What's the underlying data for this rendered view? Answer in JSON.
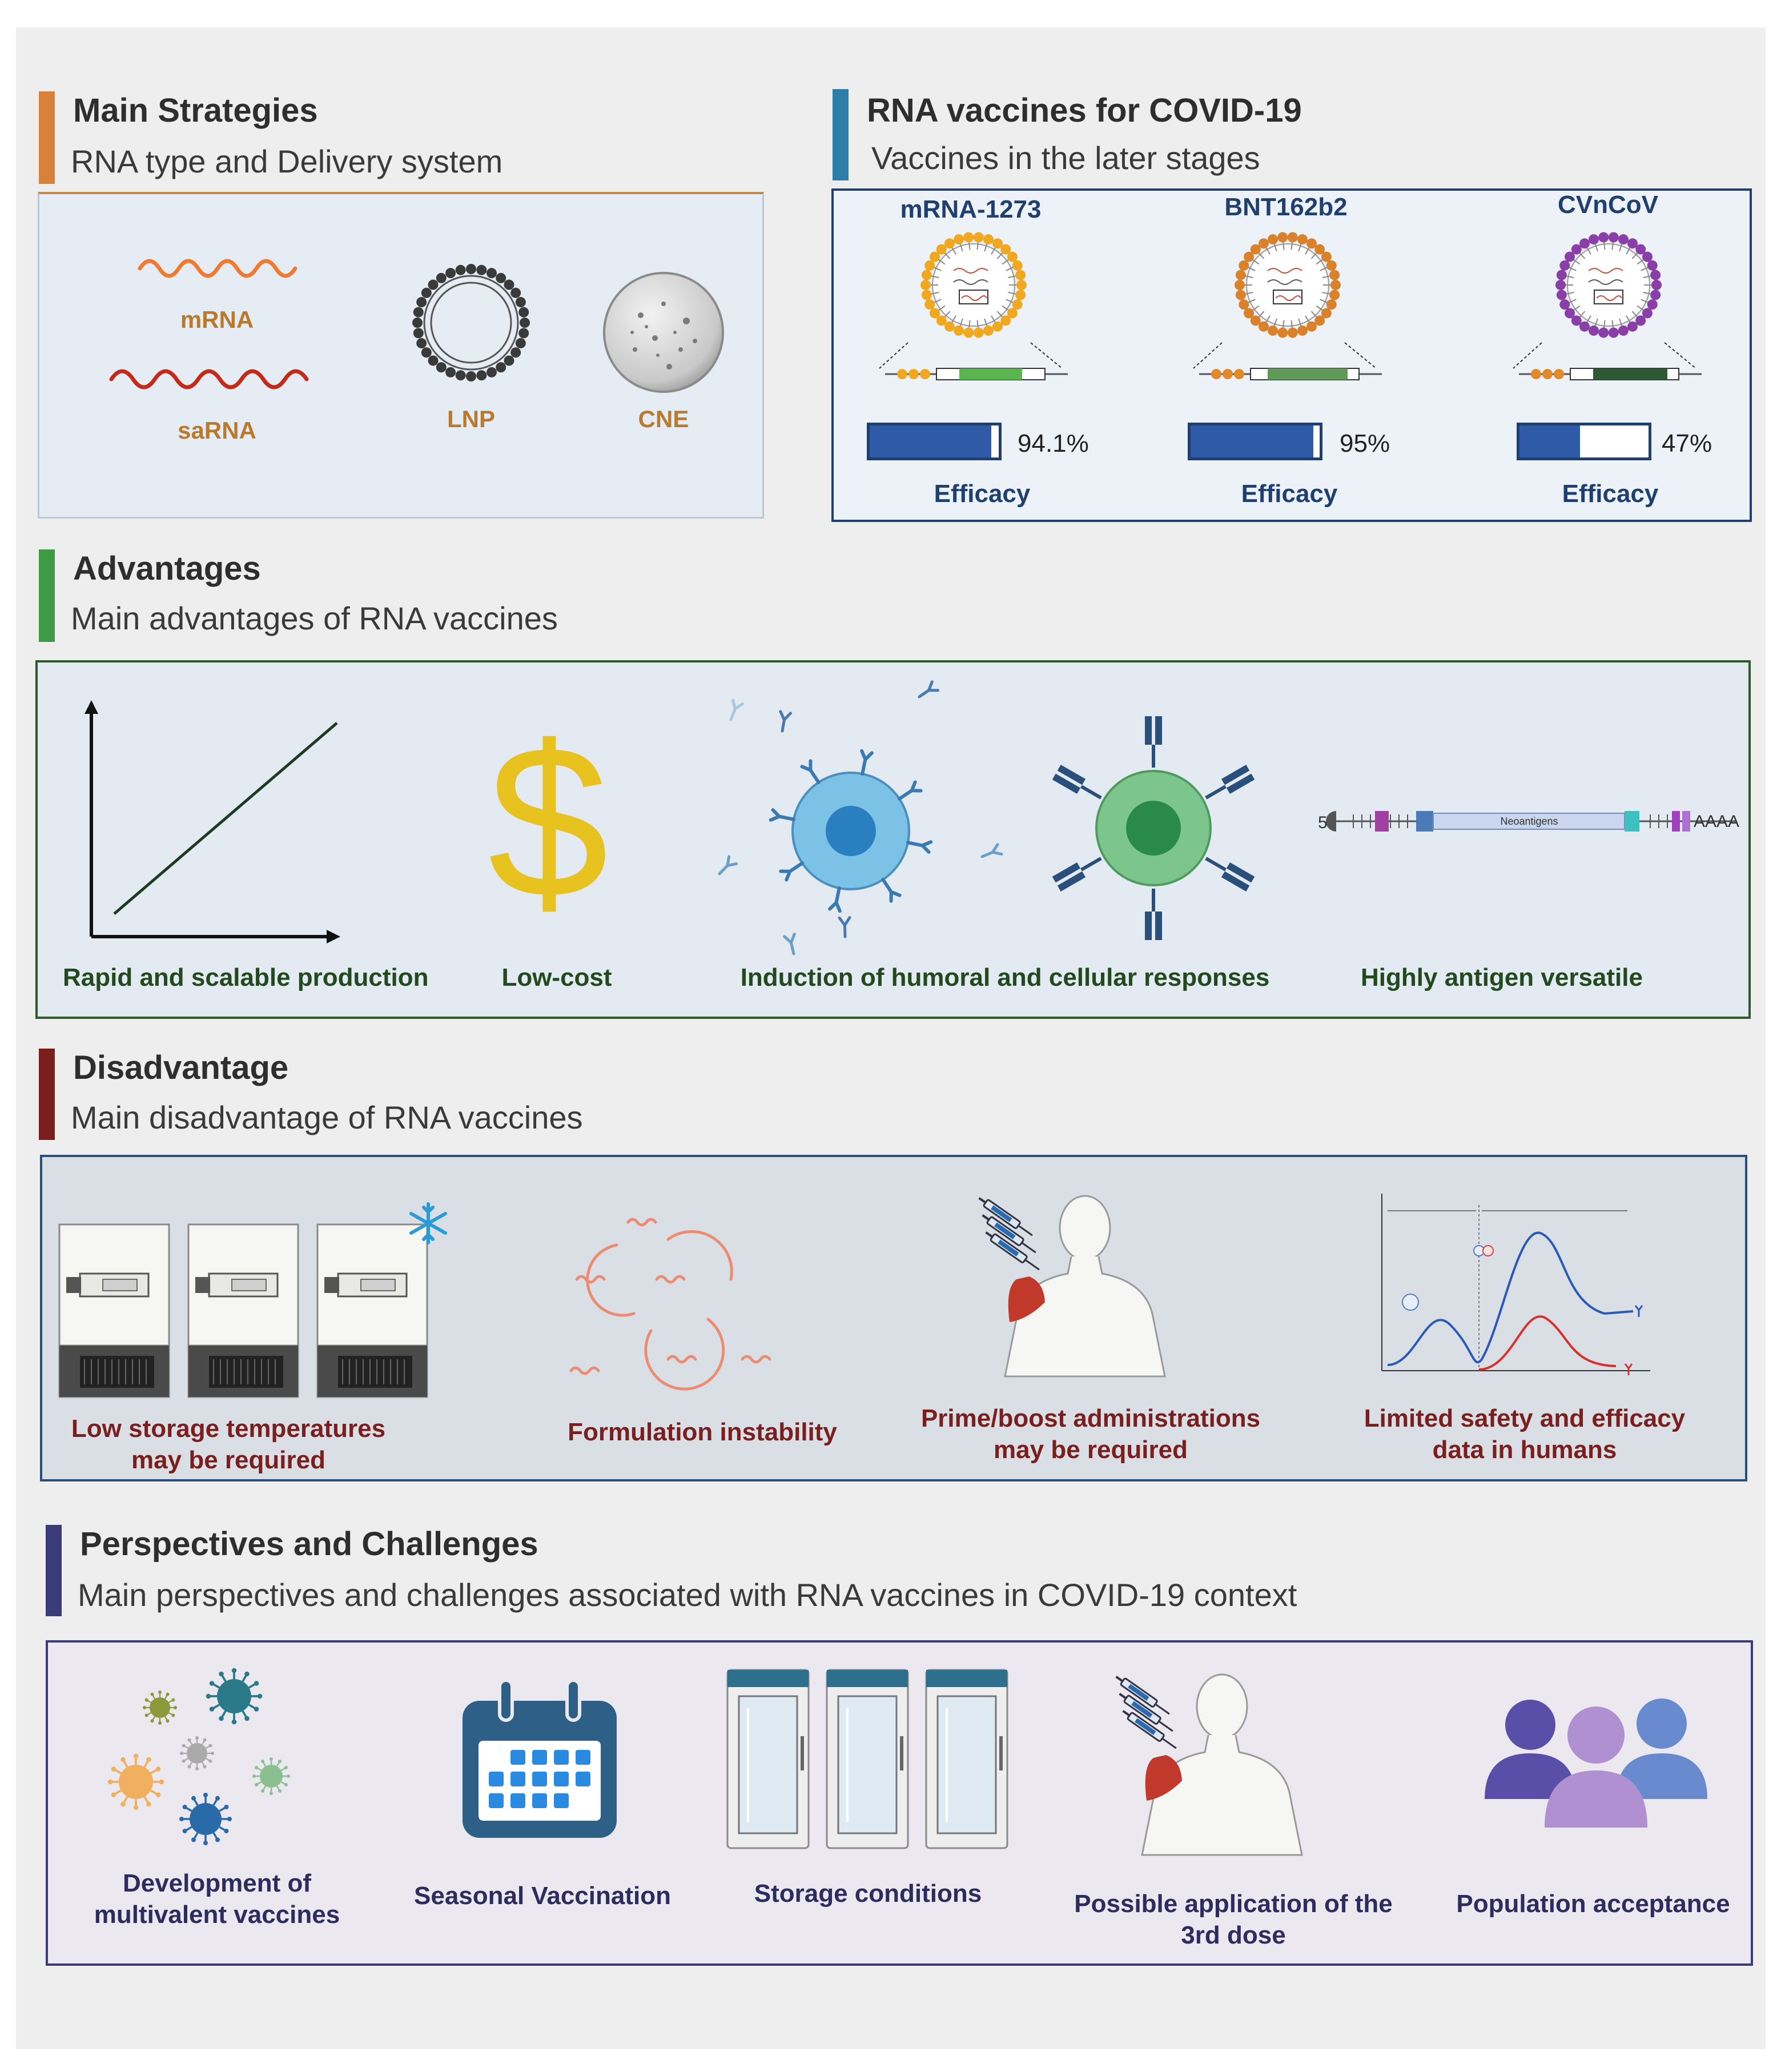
{
  "sections": {
    "strategies": {
      "title": "Main Strategies",
      "subtitle": "RNA type and Delivery system",
      "items": [
        "mRNA",
        "saRNA",
        "LNP",
        "CNE"
      ],
      "color": "#d9803a"
    },
    "covid": {
      "title": "RNA vaccines for COVID-19",
      "subtitle": "Vaccines in the later stages",
      "color": "#2e7fa8",
      "vaccines": [
        {
          "name": "mRNA-1273",
          "efficacy_text": "94.1%",
          "efficacy": 0.941,
          "efficacy_label": "Efficacy",
          "lipid_color": "#f0a820"
        },
        {
          "name": "BNT162b2",
          "efficacy_text": "95%",
          "efficacy": 0.95,
          "efficacy_label": "Efficacy",
          "lipid_color": "#d9822b"
        },
        {
          "name": "CVnCoV",
          "efficacy_text": "47%",
          "efficacy": 0.47,
          "efficacy_label": "Efficacy",
          "lipid_color": "#8a3fa8"
        }
      ]
    },
    "advantages": {
      "title": "Advantages",
      "subtitle": "Main advantages of RNA vaccines",
      "color": "#3f9a45",
      "items": [
        "Rapid and scalable production",
        "Low-cost",
        "Induction of humoral and cellular responses",
        "Highly antigen versatile"
      ],
      "construct": {
        "five_prime": "5'",
        "neoantigens": "Neoantigens",
        "polyA": "AAAA"
      }
    },
    "disadvantage": {
      "title": "Disadvantage",
      "subtitle": "Main disadvantage of RNA vaccines",
      "color": "#7a1e1e",
      "items": [
        {
          "line1": "Low storage temperatures",
          "line2": "may be required"
        },
        {
          "line1": "Formulation instability",
          "line2": ""
        },
        {
          "line1": "Prime/boost administrations",
          "line2": "may be required"
        },
        {
          "line1": "Limited safety and efficacy",
          "line2": "data in humans"
        }
      ]
    },
    "perspectives": {
      "title": "Perspectives and Challenges",
      "subtitle": "Main perspectives and challenges associated with RNA vaccines in COVID-19 context",
      "color": "#3b3b7a",
      "items": [
        {
          "line1": "Development of",
          "line2": "multivalent vaccines"
        },
        {
          "line1": "Seasonal Vaccination",
          "line2": ""
        },
        {
          "line1": "Storage conditions",
          "line2": ""
        },
        {
          "line1": "Possible application of the",
          "line2": "3rd dose"
        },
        {
          "line1": "Population acceptance",
          "line2": ""
        }
      ]
    }
  }
}
